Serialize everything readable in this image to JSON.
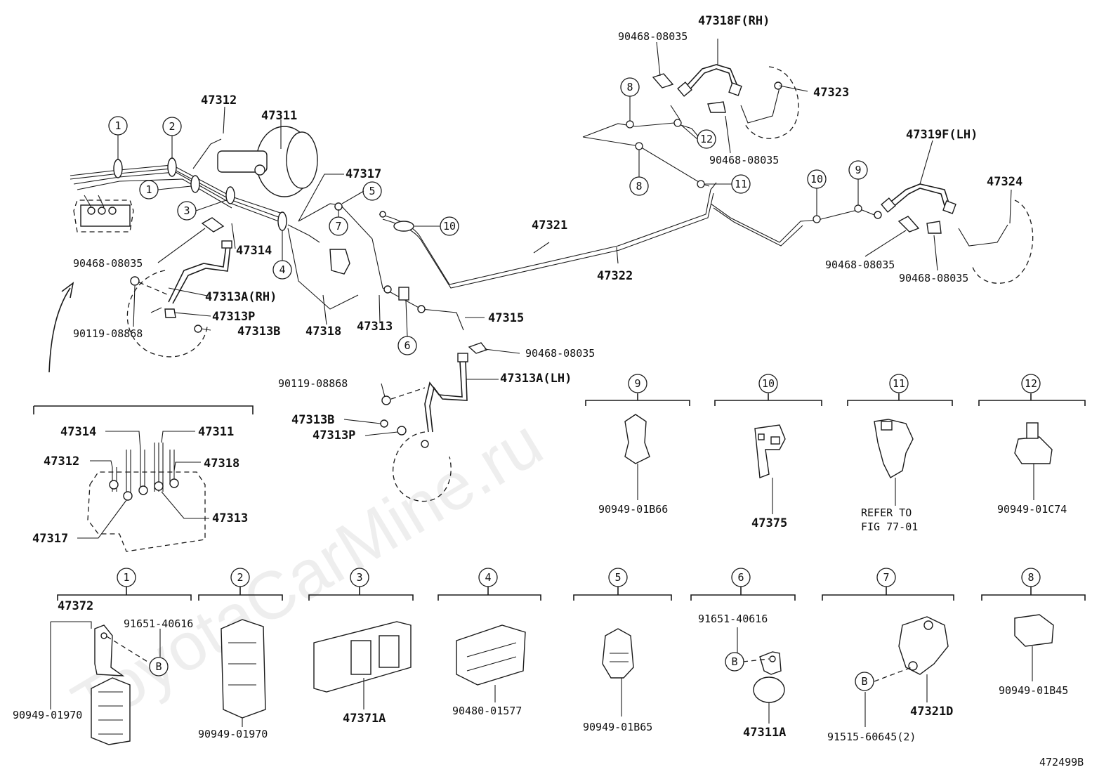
{
  "watermark": "ToyotaCarMine.ru",
  "figure_id": "472499B",
  "callout_refs": [
    "1",
    "2",
    "3",
    "4",
    "5",
    "6",
    "7",
    "8",
    "9",
    "10",
    "11",
    "12"
  ],
  "ref_B": "B",
  "main_labels": {
    "p47318F": "47318F(RH)",
    "p90468_top": "90468-08035",
    "p47323": "47323",
    "p90468_rh2": "90468-08035",
    "p47319F": "47319F(LH)",
    "p47324": "47324",
    "p90468_lh1": "90468-08035",
    "p90468_lh2": "90468-08035",
    "p47312": "47312",
    "p47311": "47311",
    "p47317": "47317",
    "p47314": "47314",
    "p90468_left": "90468-08035",
    "p47313A_RH": "47313A(RH)",
    "p47313P_top": "47313P",
    "p47313B_top": "47313B",
    "p90119_top": "90119-08868",
    "p47318": "47318",
    "p47313": "47313",
    "p47315": "47315",
    "p47321": "47321",
    "p47322": "47322",
    "p90468_mid": "90468-08035",
    "p47313A_LH": "47313A(LH)",
    "p90119_mid": "90119-08868",
    "p47313B_mid": "47313B",
    "p47313P_mid": "47313P"
  },
  "inset_labels": {
    "p47314": "47314",
    "p47311": "47311",
    "p47312": "47312",
    "p47318": "47318",
    "p47313": "47313",
    "p47317": "47317"
  },
  "clamp_labels": {
    "c9": "90949-01B66",
    "c10": "47375",
    "c11_line1": "REFER TO",
    "c11_line2": "FIG 77-01",
    "c12": "90949-01C74",
    "c1_top": "47372",
    "c1_bolt": "91651-40616",
    "c1_bottom": "90949-01970",
    "c2": "90949-01970",
    "c3": "47371A",
    "c4": "90480-01577",
    "c5": "90949-01B65",
    "c6_top": "91651-40616",
    "c6_bottom": "47311A",
    "c7_bottom": "91515-60645(2)",
    "c7_part": "47321D",
    "c8": "90949-01B45"
  }
}
